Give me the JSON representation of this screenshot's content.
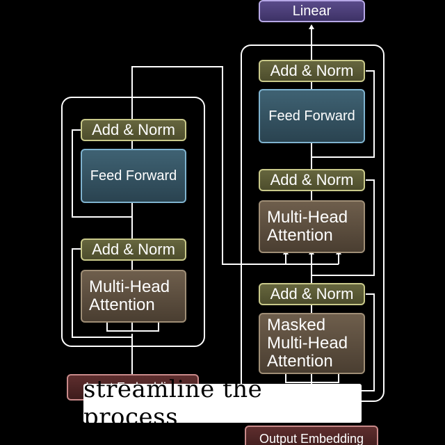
{
  "diagram": {
    "encoder": {
      "add_norm_top": "Add & Norm",
      "feed_forward": "Feed Forward",
      "add_norm_bottom": "Add & Norm",
      "multi_head_attention": "Multi-Head\nAttention",
      "input_embedding": "Input Embedding"
    },
    "decoder": {
      "linear": "Linear",
      "add_norm_top": "Add & Norm",
      "feed_forward": "Feed Forward",
      "add_norm_middle": "Add & Norm",
      "multi_head_attention": "Multi-Head\nAttention",
      "add_norm_bottom": "Add & Norm",
      "masked_multi_head_attention": "Masked\nMulti-Head\nAttention",
      "output_embedding": "Output Embedding"
    },
    "colors": {
      "add_norm": "#c9c98a",
      "feed_forward": "#7fb3cf",
      "attention": "#9f8e76",
      "linear": "#b6a8e6",
      "embedding": "#c98a8a",
      "wire": "#ffffff"
    }
  },
  "caption": {
    "text": "streamline the process"
  }
}
